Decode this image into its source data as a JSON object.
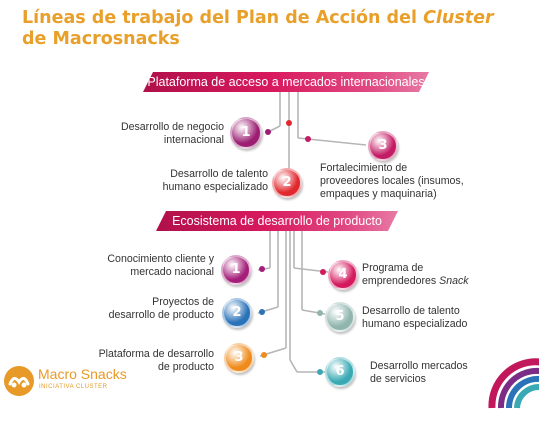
{
  "title": {
    "line1": "Líneas de trabajo del Plan de Acción del ",
    "line1_italic": "Cluster",
    "line2": "de Macrosnacks"
  },
  "banner1": "Plataforma de acceso a mercados internacionales",
  "banner2": "Ecosistema de desarrollo de producto",
  "group1": {
    "i1": {
      "num": "1",
      "line1": "Desarrollo de negocio",
      "line2": "internacional",
      "color": "#9b1e72"
    },
    "i2": {
      "num": "2",
      "line1": "Desarrollo de talento",
      "line2": "humano especializado",
      "color": "#e0282e"
    },
    "i3": {
      "num": "3",
      "line1": "Fortalecimiento de",
      "line2": "proveedores locales (insumos,",
      "line3": "empaques y maquinaria)",
      "color": "#c31b64"
    }
  },
  "group2": {
    "i1": {
      "num": "1",
      "line1": "Conocimiento cliente y",
      "line2": "mercado nacional",
      "color": "#a51f7a"
    },
    "i2": {
      "num": "2",
      "line1": "Proyectos de",
      "line2": "desarrollo de producto",
      "color": "#2b73b8"
    },
    "i3": {
      "num": "3",
      "line1": "Plataforma de desarrollo",
      "line2": "de producto",
      "color": "#ef8b1c"
    },
    "i4": {
      "num": "4",
      "line1": "Programa de",
      "line2": "emprendedores ",
      "line2_italic": "Snack",
      "color": "#d4195d"
    },
    "i5": {
      "num": "5",
      "line1": "Desarrollo de talento",
      "line2": "humano especializado",
      "color": "#8fb5ad"
    },
    "i6": {
      "num": "6",
      "line1": "Desarrollo mercados",
      "line2": "de servicios",
      "color": "#39a9b3"
    }
  },
  "brand": {
    "name": "Macro Snacks",
    "sub": "INICIATIVA CLUSTER",
    "color": "#e79a28"
  },
  "icons": {
    "brand_logo": "snack-logo-icon",
    "corner_logo": "rainbow-arc-icon"
  }
}
